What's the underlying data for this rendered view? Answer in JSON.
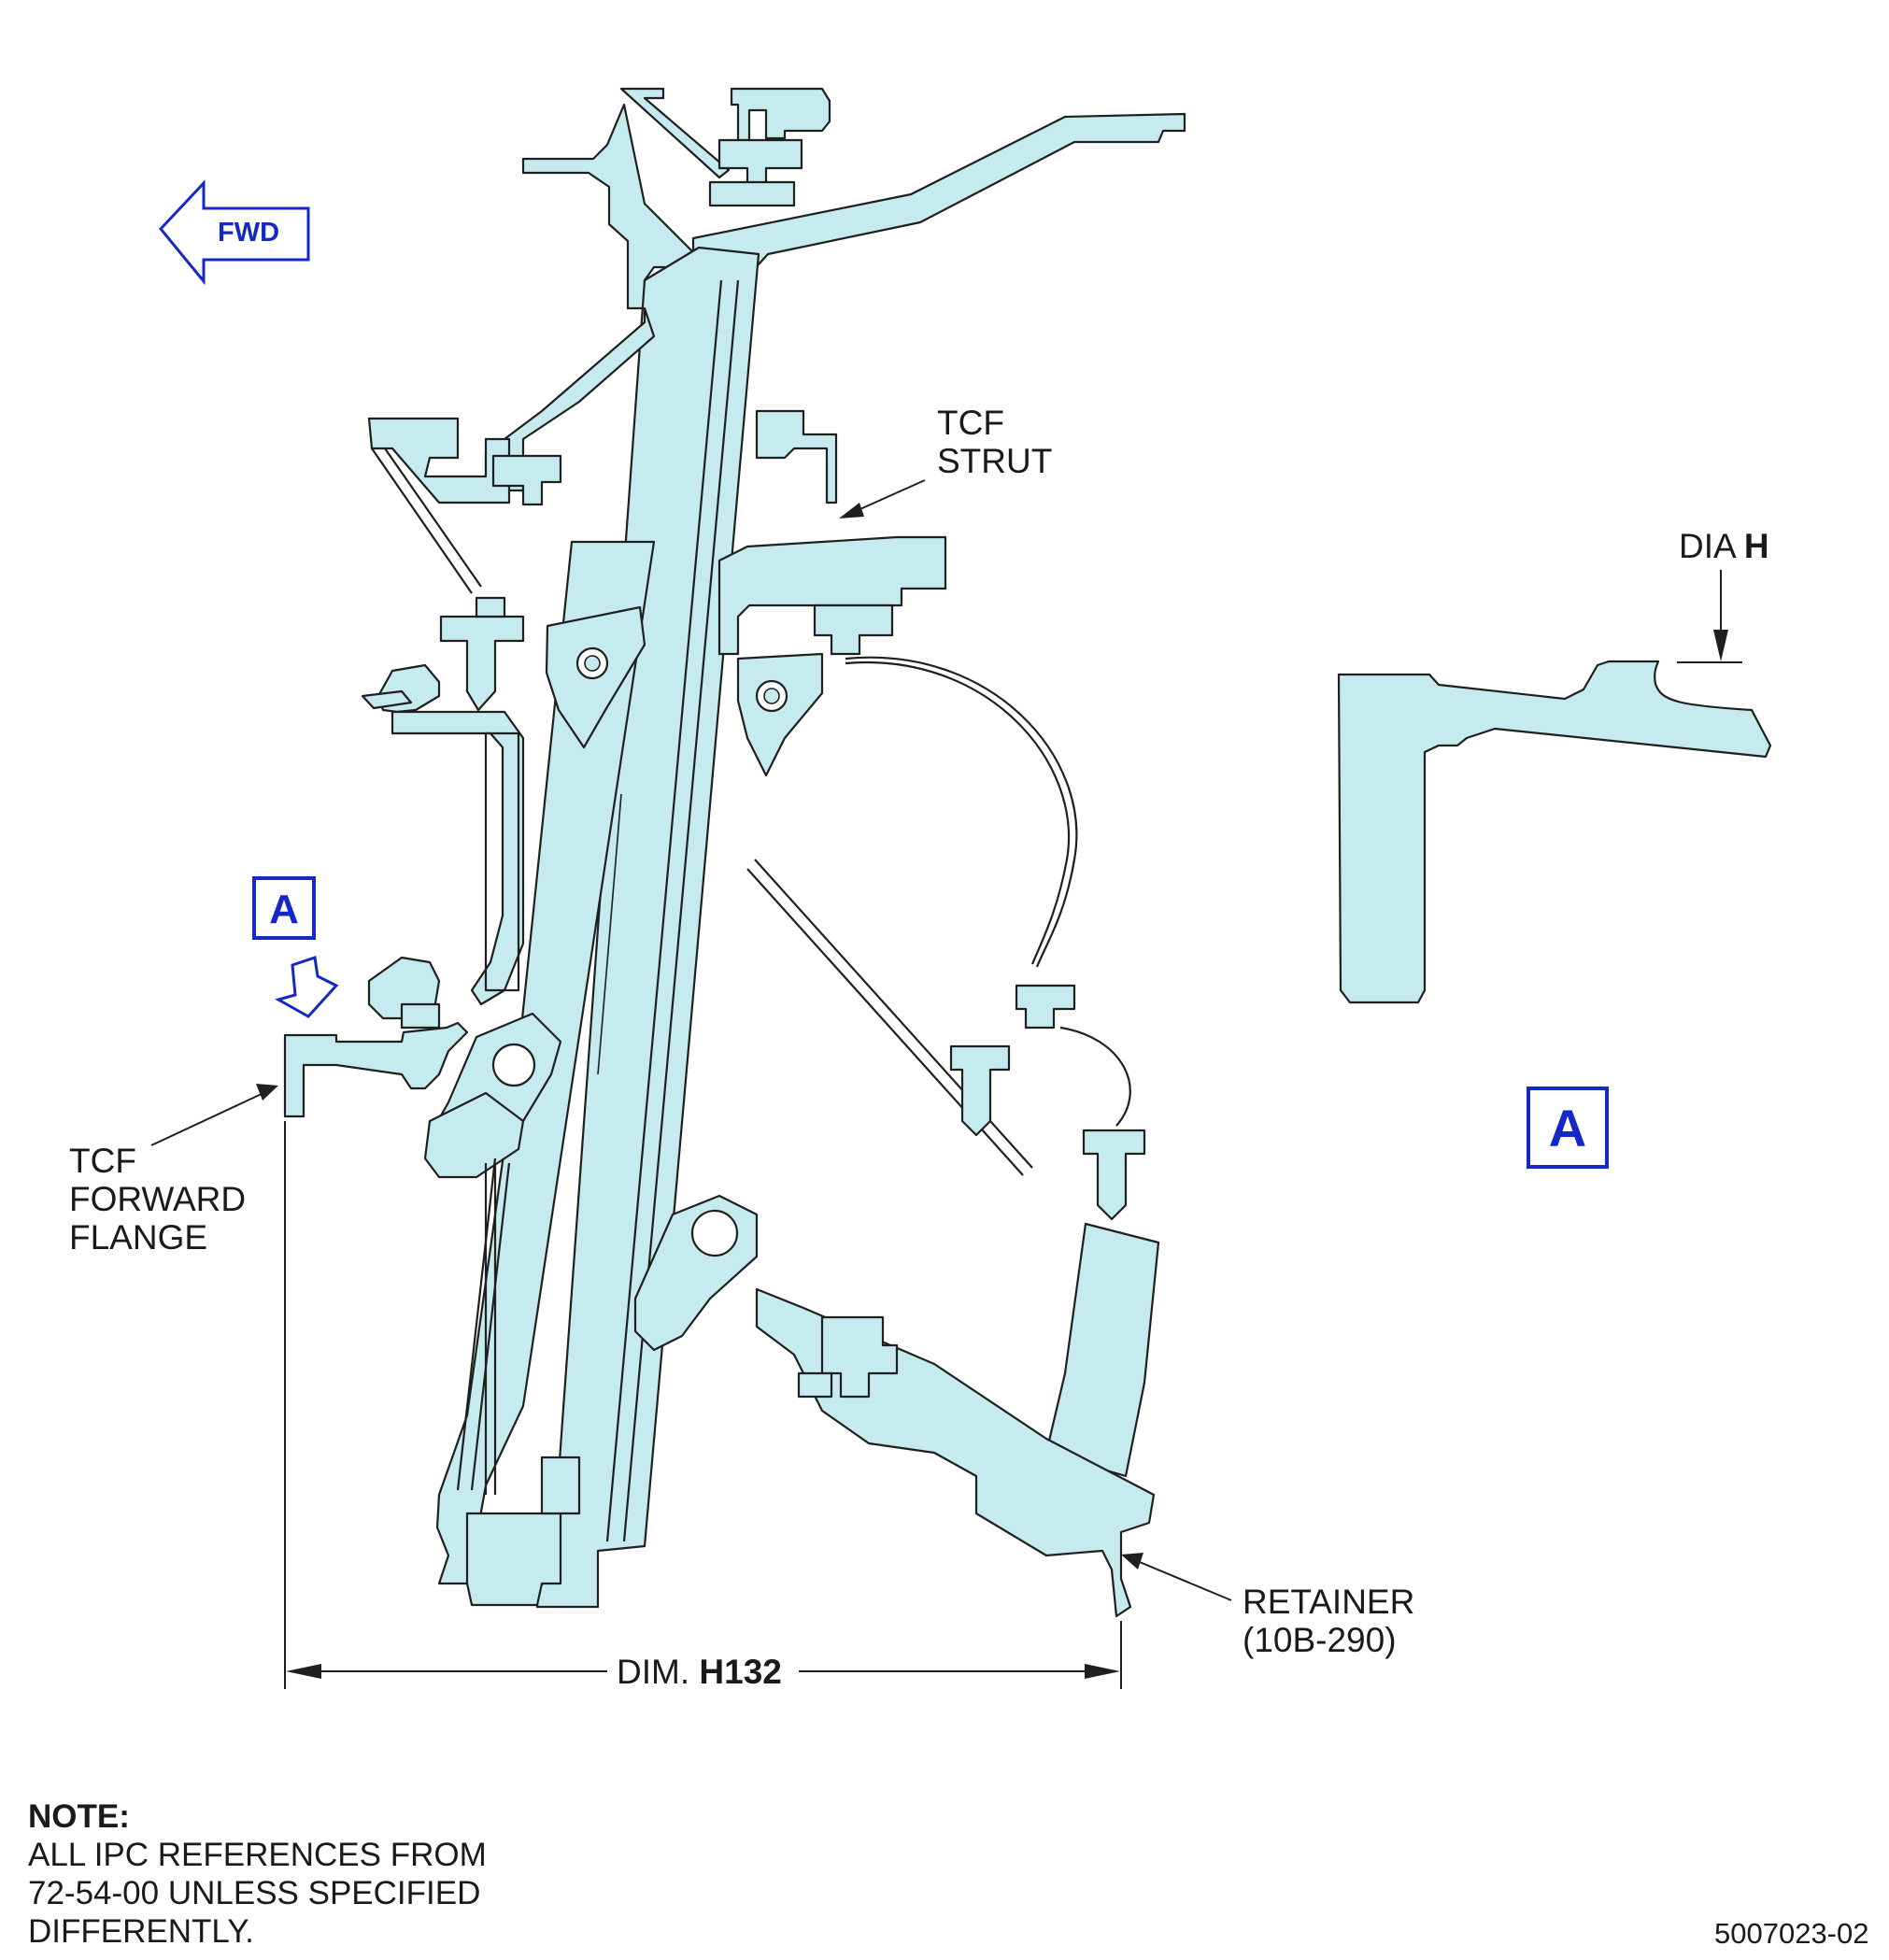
{
  "orientation_label": "FWD",
  "view_marker": "A",
  "callouts": {
    "tcf_strut": [
      "TCF",
      "STRUT"
    ],
    "tcf_forward_flange": [
      "TCF",
      "FORWARD",
      "FLANGE"
    ],
    "retainer": [
      "RETAINER",
      "(10B-290)"
    ]
  },
  "dimension": {
    "prefix": "DIM.",
    "id": "H132"
  },
  "detail": {
    "dia_prefix": "DIA",
    "dia_id": "H",
    "label": "A"
  },
  "note": {
    "heading": "NOTE:",
    "lines": [
      "ALL IPC REFERENCES FROM",
      "72-54-00 UNLESS SPECIFIED",
      "DIFFERENTLY."
    ]
  },
  "figure_id": "5007023-02",
  "colors": {
    "part_fill": "#c6ebee",
    "outline": "#1f1f1f",
    "marker_blue": "#1428c8"
  }
}
